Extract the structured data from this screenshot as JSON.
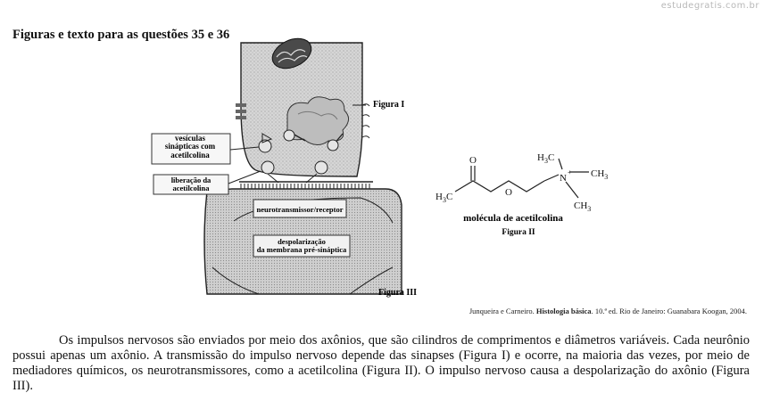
{
  "watermark": "estudegratis.com.br",
  "heading": "Figuras e texto para as questões 35 e 36",
  "figure1": {
    "title": "Figura I",
    "label_vesicles_line1": "vesículas",
    "label_vesicles_line2": "sinápticas com",
    "label_vesicles_line3": "acetilcolina",
    "label_release_line1": "liberação da",
    "label_release_line2": "acetilcolina",
    "label_receptor": "neurotransmissor/receptor",
    "label_depol_line1": "despolarização",
    "label_depol_line2": "da membrana pré-sináptica"
  },
  "figure2": {
    "caption": "molécula de acetilcolina",
    "title": "Figura II",
    "atoms": {
      "o_carbonyl": "O",
      "o_ester": "O",
      "h3c": "H",
      "ch3_top": "C",
      "n": "N",
      "charge": "+"
    }
  },
  "figure3": {
    "title": "Figura III"
  },
  "citation": {
    "authors": "Junqueira e Carneiro. ",
    "book": "Histologia básica",
    "rest": ". 10.ª ed. Rio de Janeiro: Guanabara Koogan, 2004."
  },
  "paragraph": "Os impulsos nervosos são enviados por meio dos axônios, que são cilindros de comprimentos e diâmetros variáveis. Cada neurônio possui apenas um axônio. A transmissão do impulso nervoso depende das sinapses (Figura I) e ocorre, na maioria das vezes, por meio de mediadores químicos, os neurotransmissores, como a acetilcolina (Figura II). O impulso nervoso causa a despolarização do axônio (Figura III)."
}
